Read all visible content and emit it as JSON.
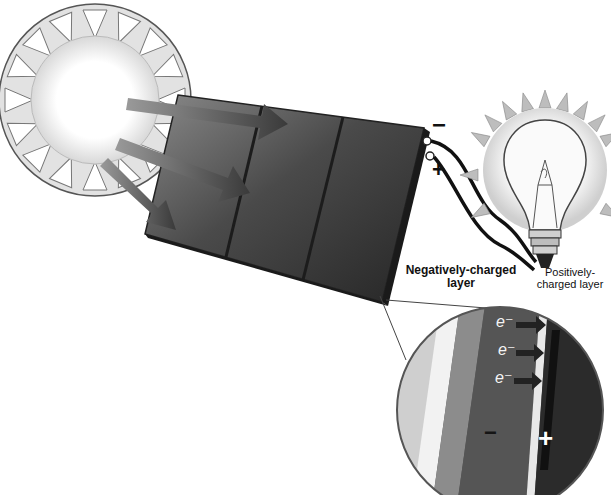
{
  "diagram": {
    "labels": [
      "−",
      "+",
      "Negatively-charged layer",
      "Positively-charged layer",
      "e⁻",
      "e⁻",
      "e⁻",
      "−",
      "+"
    ]
  }
}
